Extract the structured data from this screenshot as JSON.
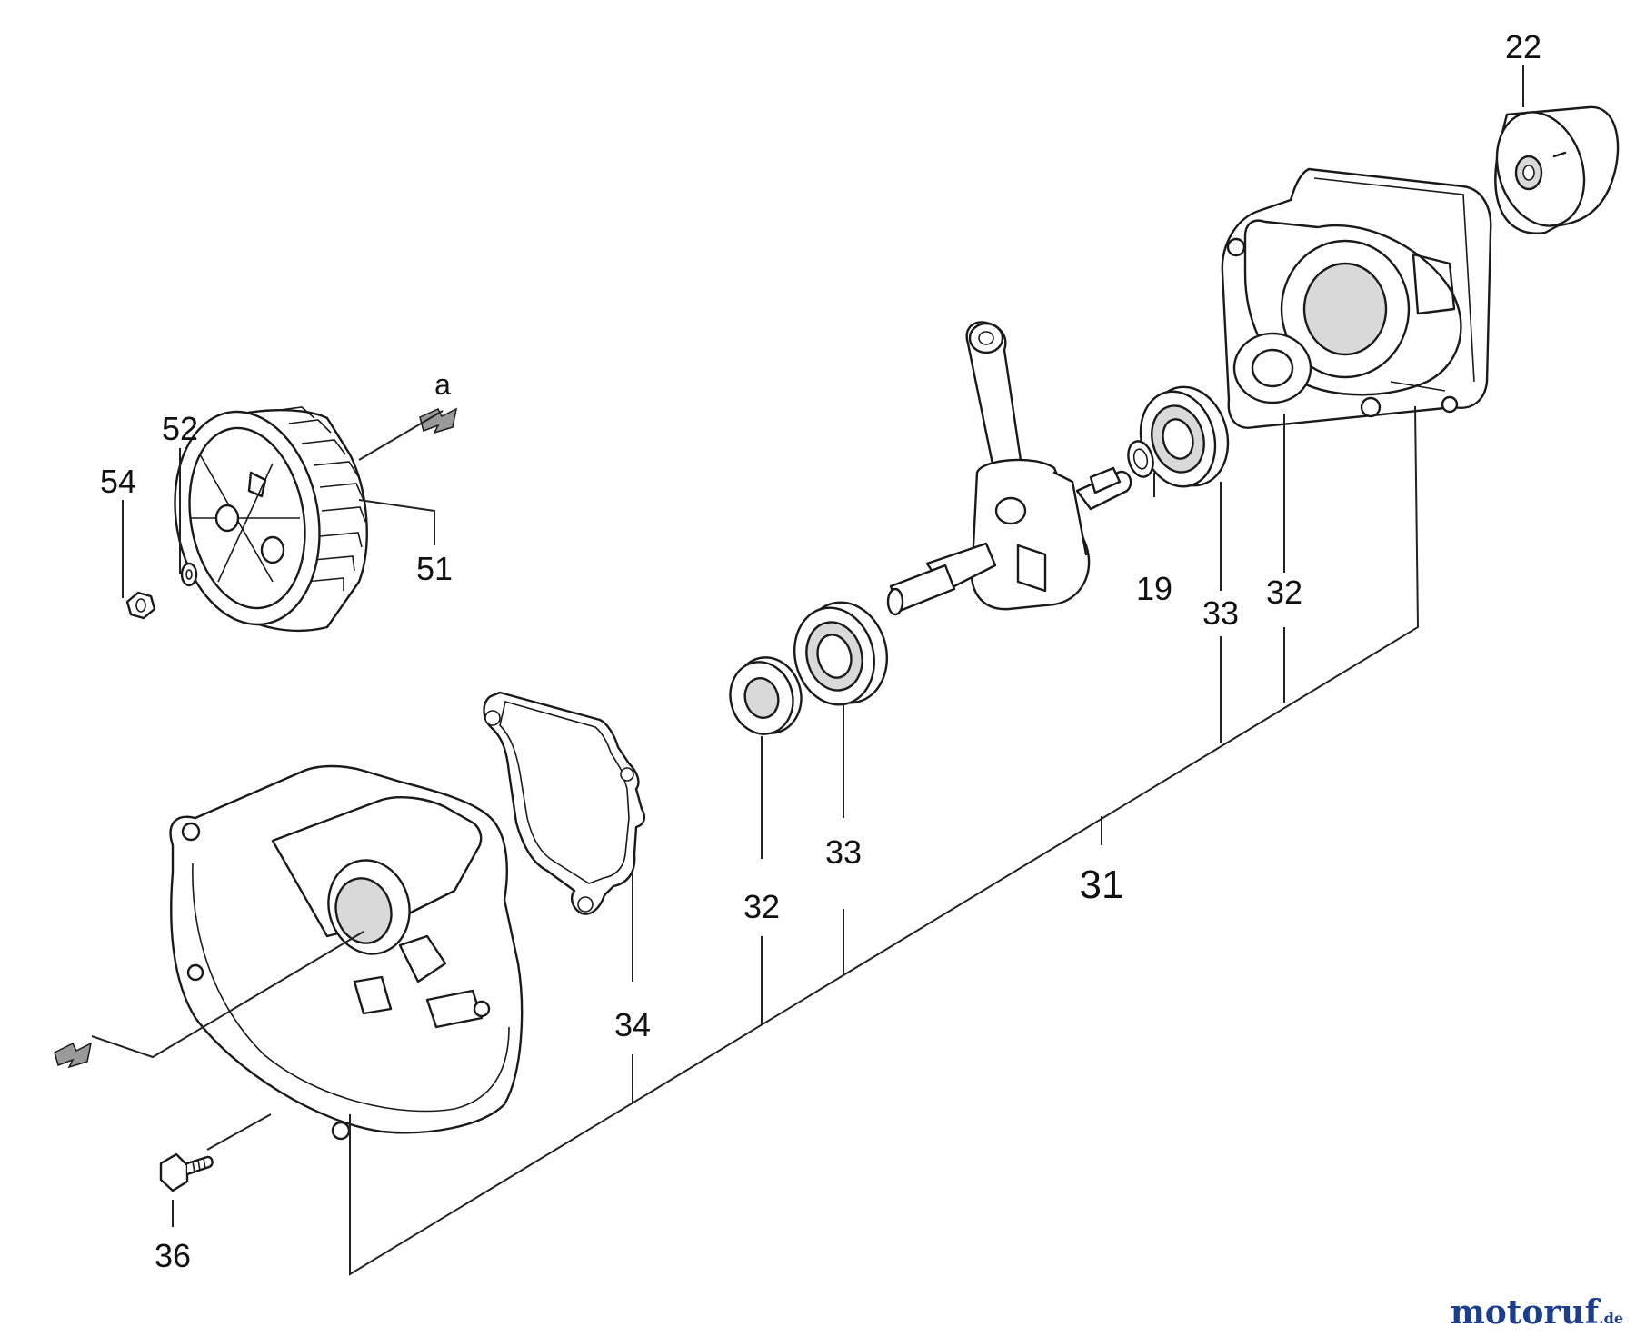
{
  "diagram": {
    "callouts": {
      "c22": "22",
      "c52": "52",
      "c54": "54",
      "c51": "51",
      "ca": "a",
      "c19": "19",
      "c33_right": "33",
      "c32_right": "32",
      "c33_mid": "33",
      "c32_mid": "32",
      "c31": "31",
      "c34": "34",
      "c36": "36"
    },
    "watermark": {
      "text": "motoruf",
      "suffix": ".de"
    }
  }
}
